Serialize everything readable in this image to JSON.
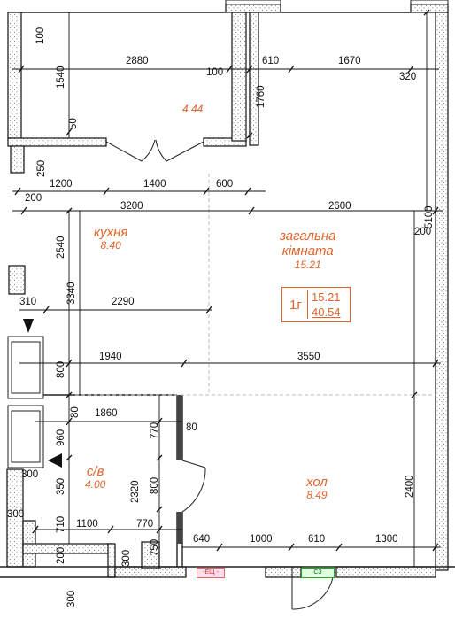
{
  "rooms": {
    "balcony": {
      "area": "4.44"
    },
    "kitchen": {
      "name": "кухня",
      "area": "8.40"
    },
    "living": {
      "name1": "загальна",
      "name2": "кімната",
      "area": "15.21"
    },
    "bathroom": {
      "name": "с/в",
      "area": "4.00"
    },
    "hall": {
      "name": "хол",
      "area": "8.49"
    }
  },
  "apartment": {
    "type": "1г",
    "living_area": "15.21",
    "total_area": "40.54"
  },
  "dimensions": {
    "d100_top": "100",
    "d1540": "1540",
    "d2880": "2880",
    "d100_mid": "100",
    "d610_top": "610",
    "d1670": "1670",
    "d320": "320",
    "d1760": "1760",
    "d50": "50",
    "d250": "250",
    "d1200": "1200",
    "d1400": "1400",
    "d600": "600",
    "d200_left": "200",
    "d3200": "3200",
    "d2600": "2600",
    "d5100": "5100",
    "d200_right": "200",
    "d2540": "2540",
    "d3340": "3340",
    "d310": "310",
    "d2290": "2290",
    "d800_left": "800",
    "d1940": "1940",
    "d3550": "3550",
    "d80_left": "80",
    "d1860": "1860",
    "d770_a": "770",
    "d80_right": "80",
    "d960": "960",
    "d300_a": "300",
    "d350": "350",
    "d2320": "2320",
    "d800_mid": "800",
    "d2400": "2400",
    "d300_b": "300",
    "d710": "710",
    "d1100": "1100",
    "d770_b": "770",
    "d200_bottom": "200",
    "d300_c": "300",
    "d750": "750",
    "d640": "640",
    "d1000": "1000",
    "d610_bottom": "610",
    "d1300": "1300",
    "d300_d": "300"
  },
  "tags": {
    "meter": "-ЕЩ -",
    "cz": "СЗ"
  }
}
